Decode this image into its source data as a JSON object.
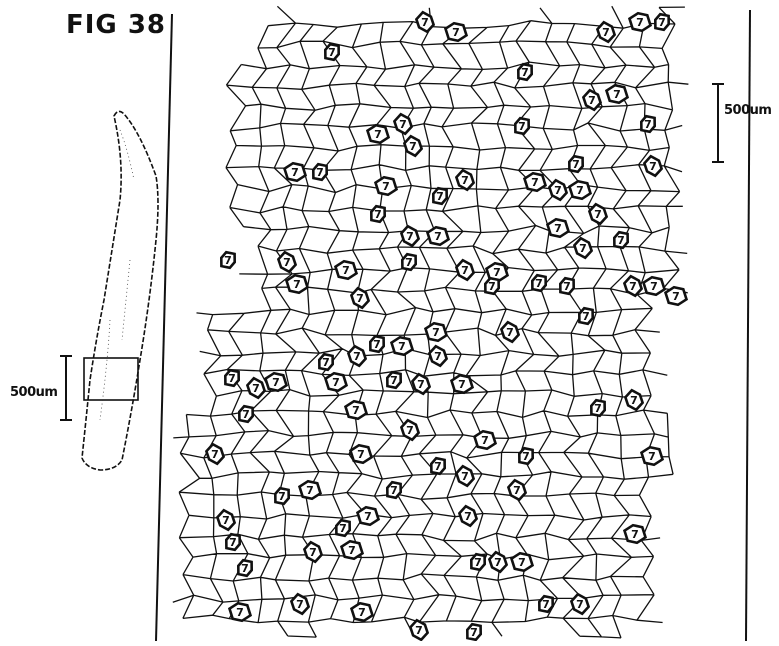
{
  "figure": {
    "title": "FIG 38",
    "scale_left": "500um",
    "scale_right": "500um",
    "cell_mark": "7"
  }
}
